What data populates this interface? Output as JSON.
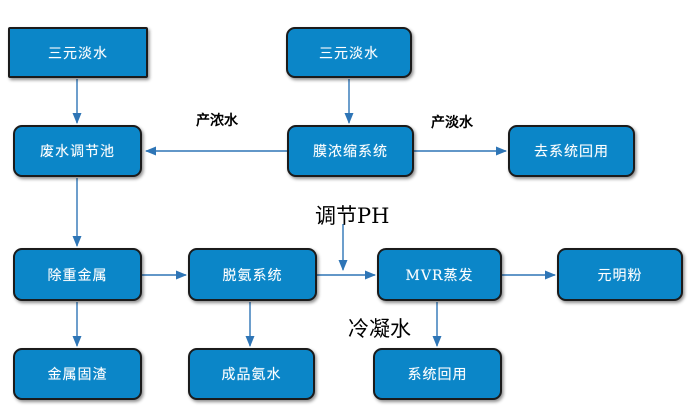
{
  "diagram": {
    "type": "flowchart",
    "nodes": {
      "ternary_fresh_water_left": "三元淡水",
      "ternary_fresh_water_top": "三元淡水",
      "wastewater_adjust_pool": "废水调节池",
      "membrane_concentration_system": "膜浓缩系统",
      "to_system_reuse": "去系统回用",
      "heavy_metal_removal": "除重金属",
      "ammonia_stripping_system": "脱氨系统",
      "mvr_evaporation": "MVR蒸发",
      "sodium_sulfate": "元明粉",
      "metal_solid_residue": "金属固渣",
      "finished_ammonia_water": "成品氨水",
      "system_reuse": "系统回用"
    },
    "labels": {
      "produce_concentrated_water": "产浓水",
      "produce_fresh_water": "产淡水",
      "adjust_ph": "调节PH",
      "condensate_water": "冷凝水"
    },
    "colors": {
      "node_fill": "#0b86c8",
      "node_border": "#1b1b1b",
      "node_text": "#ffffff",
      "arrow": "#2e75b6",
      "label_text": "#000000",
      "background": "#ffffff"
    }
  }
}
